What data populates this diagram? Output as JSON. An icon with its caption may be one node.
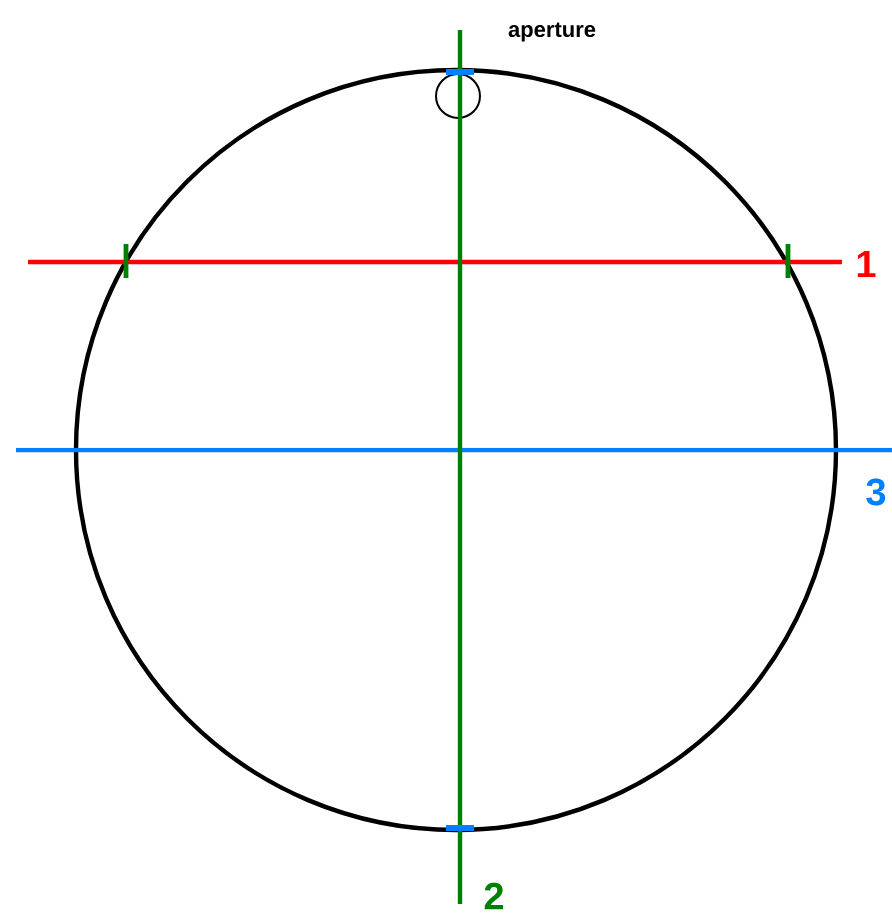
{
  "diagram": {
    "labels": [
      "aperture",
      "1",
      "3",
      "2"
    ]
  }
}
